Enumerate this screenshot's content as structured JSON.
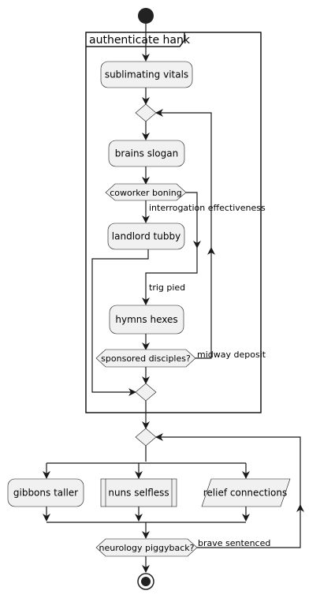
{
  "diagram": {
    "partition_title": "authenticate hank",
    "actions": {
      "sublimating_vitals": "sublimating vitals",
      "brains_slogan": "brains slogan",
      "landlord_tubby": "landlord tubby",
      "hymns_hexes": "hymns hexes",
      "gibbons_taller": "gibbons taller",
      "nuns_selfless": "nuns selfless",
      "relief_connections": "relief connections"
    },
    "decisions": {
      "coworker_boning": "coworker boning",
      "sponsored_disciples": "sponsored disciples?",
      "neurology_piggyback": "neurology piggyback?"
    },
    "edge_labels": {
      "interrogation_effectiveness": "interrogation effectiveness",
      "trig_pied": "trig pied",
      "midway_deposit": "midway deposit",
      "brave_sentenced": "brave sentenced"
    },
    "colors": {
      "node_fill": "#f1f1f1",
      "stroke": "#181818",
      "background": "#ffffff"
    }
  }
}
